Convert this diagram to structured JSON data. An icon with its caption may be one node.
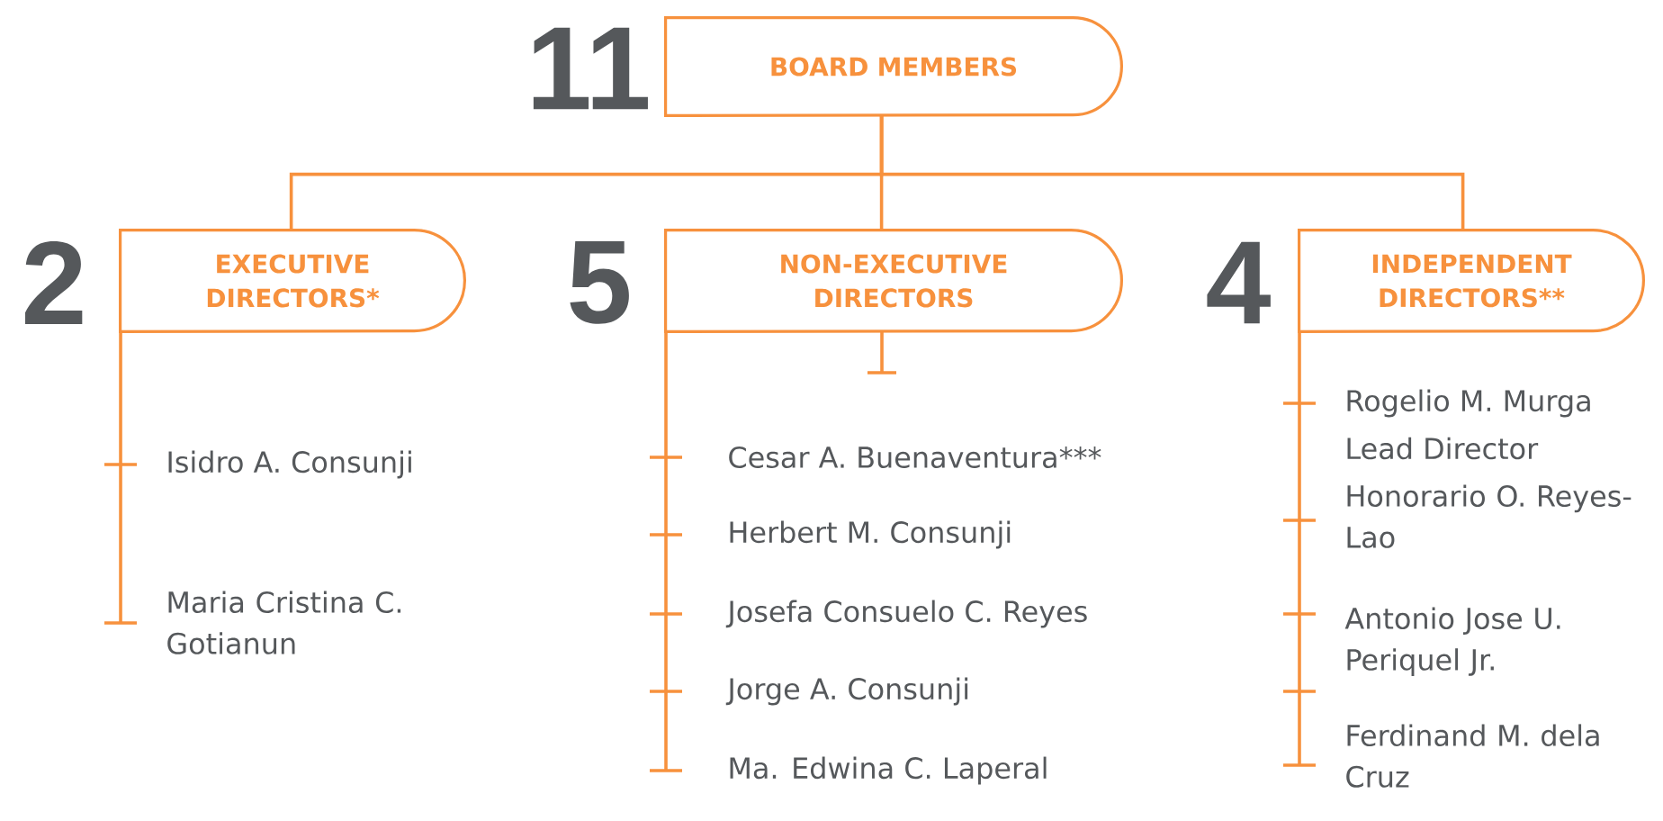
{
  "diagram": {
    "nodes": [
      {
        "text": [
          "BOARD MEMBERS"
        ],
        "beside": [
          "11"
        ]
      },
      {
        "text": [
          "EXECUTIVE DIRECTORS*"
        ],
        "beside": [
          "2"
        ]
      },
      {
        "text": [
          "NON-EXECUTIVE DIRECTORS"
        ],
        "beside": [
          "5"
        ]
      },
      {
        "text": [
          "INDEPENDENT DIRECTORS**"
        ],
        "beside": [
          "4"
        ]
      }
    ],
    "edges": [
      {
        "from": 0,
        "to": 1,
        "arrow": "none"
      },
      {
        "from": 0,
        "to": 2,
        "arrow": "none"
      },
      {
        "from": 0,
        "to": 3,
        "arrow": "none"
      }
    ],
    "labels": [
      "Isidro A. Consunji",
      "Maria Cristina C. Gotianun",
      "Cesar A. Buenaventura***",
      "Herbert M. Consunji",
      "Josefa Consuelo C. Reyes",
      "Jorge A. Consunji",
      "Ma. Edwina C. Laperal",
      "Rogelio M. Murga",
      "Lead Director",
      "Honorario O. Reyes-Lao",
      "Antonio Jose U. Periquel Jr.",
      "Ferdinand M. dela Cruz"
    ]
  }
}
